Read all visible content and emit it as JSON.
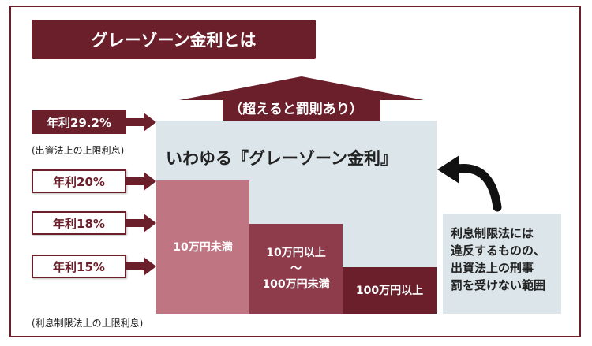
{
  "title": "グレーゾーン金利とは",
  "rates": [
    {
      "label": "年利29.2%",
      "style": "filled"
    },
    {
      "label": "年利20%",
      "style": "outline"
    },
    {
      "label": "年利18%",
      "style": "outline"
    },
    {
      "label": "年利15%",
      "style": "outline"
    }
  ],
  "notes": {
    "upper_limit_invest": "(出資法上の上限利息)",
    "upper_limit_interest": "(利息制限法上の上限利息)"
  },
  "penalty_arrow_text": "（超えると罰則あり）",
  "gray_zone_label": "いわゆる『グレーゾーン金利』",
  "bars": [
    {
      "line1": "10万円未満",
      "line2": "",
      "line3": ""
    },
    {
      "line1": "10万円以上",
      "line2": "～",
      "line3": "100万円未満"
    },
    {
      "line1": "100万円以上",
      "line2": "",
      "line3": ""
    }
  ],
  "info_lines": [
    "利息制限法には",
    "違反するものの、",
    "出資法上の刑事",
    "罰を受けない範囲"
  ],
  "colors": {
    "dark": "#6b1f2b",
    "mid": "#8e3b4b",
    "light": "#c07583",
    "gray": "#dce6ea"
  }
}
